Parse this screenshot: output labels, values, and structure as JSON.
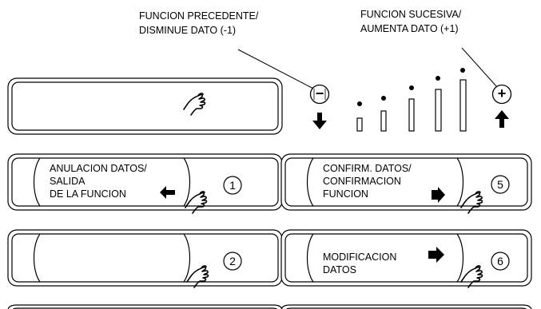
{
  "callouts": {
    "prev": {
      "line1": "FUNCION PRECEDENTE/",
      "line2": "DISMINUE DATO (-1)"
    },
    "next": {
      "line1": "FUNCION SUCESIVA/",
      "line2": "AUMENTA DATO (+1)"
    }
  },
  "keys": {
    "minus_symbol": "−",
    "plus_symbol": "+",
    "key1": {
      "number": "1",
      "line1": "ANULACION DATOS/",
      "line2": "SALIDA",
      "line3": "DE LA FUNCION"
    },
    "key2": {
      "number": "2"
    },
    "key5": {
      "number": "5",
      "line1": "CONFIRM. DATOS/",
      "line2": "CONFIRMACION",
      "line3": "FUNCION"
    },
    "key6": {
      "number": "6",
      "line1": "MODIFICACION",
      "line2": "DATOS"
    }
  },
  "icons": [
    "hand-pointer-icon",
    "arrow-left-icon",
    "arrow-right-icon",
    "arrow-down-icon",
    "arrow-up-icon"
  ],
  "colors": {
    "line": "#000000",
    "background": "#ffffff"
  }
}
